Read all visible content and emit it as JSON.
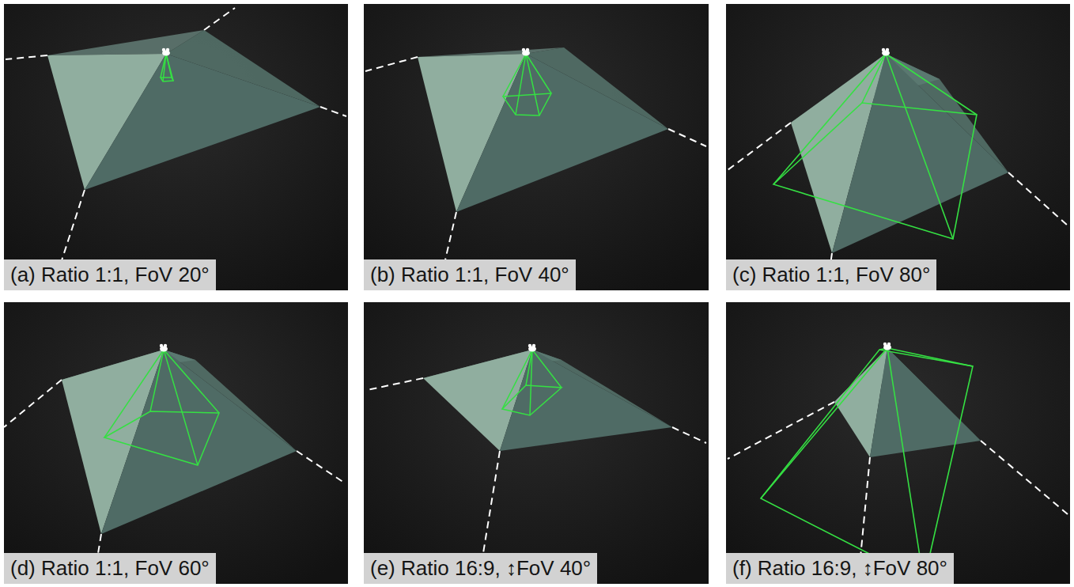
{
  "diagram": {
    "nodes": [
      {
        "text": [
          "(a) Ratio 1:1, FoV 20°"
        ]
      },
      {
        "text": [
          "(b) Ratio 1:1, FoV 40°"
        ]
      },
      {
        "text": [
          "(c) Ratio 1:1, FoV 80°"
        ]
      },
      {
        "text": [
          "(d) Ratio 1:1, FoV 60°"
        ]
      },
      {
        "text": [
          "(e) Ratio 16:9, ↕FoV 40°"
        ]
      },
      {
        "text": [
          "(f) Ratio 16:9, ↕FoV 80°"
        ]
      }
    ]
  }
}
